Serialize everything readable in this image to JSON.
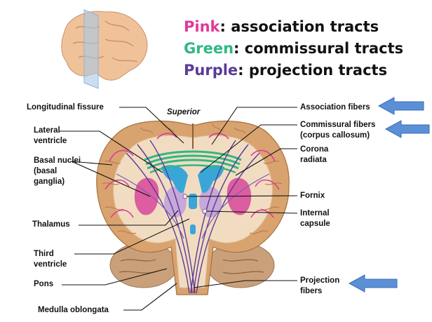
{
  "colors": {
    "pink": "#e0399b",
    "green": "#2fb884",
    "purple": "#5a3b96",
    "arrow": "#5b8fd6",
    "brain_tan": "#d8a36e",
    "white_matter": "#f2dcc1",
    "ventricle": "#3aa6d8"
  },
  "legend": [
    {
      "color_word": "Pink",
      "rest": ": association tracts",
      "color_key": "pink"
    },
    {
      "color_word": "Green",
      "rest": ": commissural tracts",
      "color_key": "green"
    },
    {
      "color_word": "Purple",
      "rest": ": projection tracts",
      "color_key": "purple"
    }
  ],
  "labels": {
    "longitudinal_fissure": "Longitudinal fissure",
    "superior": "Superior",
    "lateral_ventricle": [
      "Lateral",
      "ventricle"
    ],
    "basal_nuclei": [
      "Basal nuclei",
      "(basal",
      "ganglia)"
    ],
    "thalamus": "Thalamus",
    "third_ventricle": [
      "Third",
      "ventricle"
    ],
    "pons": "Pons",
    "medulla_oblongata": "Medulla oblongata",
    "association_fibers": "Association fibers",
    "commissural_fibers": [
      "Commissural fibers",
      "(corpus callosum)"
    ],
    "corona_radiata": [
      "Corona",
      "radiata"
    ],
    "fornix": "Fornix",
    "internal_capsule": [
      "Internal",
      "capsule"
    ],
    "projection_fibers": [
      "Projection",
      "fibers"
    ]
  },
  "icons": [
    "brain-thumbnail-icon",
    "arrow-left-icon"
  ]
}
